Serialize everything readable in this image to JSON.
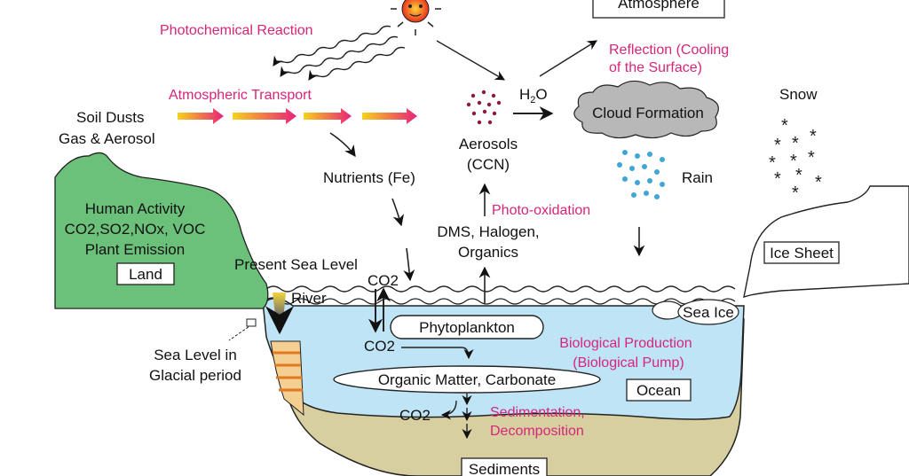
{
  "title": "Atmosphere",
  "colors": {
    "magenta": "#d6257a",
    "ocean": "#bfe4f5",
    "land": "#6cc17a",
    "sediment": "#d8cfa0",
    "cloud": "#b8b8b8",
    "rain": "#3ea6d8",
    "aerosol": "#8a1a3a"
  },
  "labels": {
    "photochemical": "Photochemical Reaction",
    "transport": "Atmospheric Transport",
    "soil1": "Soil Dusts",
    "soil2": "Gas & Aerosol",
    "reflection1": "Reflection (Cooling",
    "reflection2": "of the Surface)",
    "h2o_h": "H",
    "h2o_2": "2",
    "h2o_o": "O",
    "cloud": "Cloud Formation",
    "snow": "Snow",
    "aerosols1": "Aerosols",
    "aerosols2": "(CCN)",
    "rain": "Rain",
    "nutrients": "Nutrients (Fe)",
    "photooxidation": "Photo-oxidation",
    "dms1": "DMS, Halogen,",
    "dms2": "Organics",
    "human1": "Human Activity",
    "human2": "CO2,SO2,NOx, VOC",
    "human3": "Plant Emission",
    "land": "Land",
    "present_sea": "Present Sea Level",
    "co2": "CO2",
    "river": "River",
    "ice_sheet": "Ice Sheet",
    "sea_ice": "Sea Ice",
    "phytoplankton": "Phytoplankton",
    "bio1": "Biological Production",
    "bio2": "(Biological Pump)",
    "glacial1": "Sea Level in",
    "glacial2": "Glacial period",
    "organic": "Organic Matter, Carbonate",
    "ocean": "Ocean",
    "sed1": "Sedimentation,",
    "sed2": "Decomposition",
    "sediments": "Sediments"
  }
}
